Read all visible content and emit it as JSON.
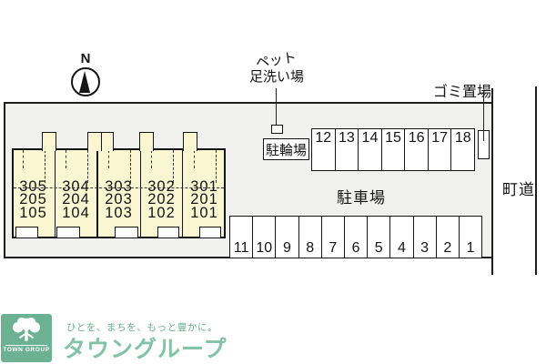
{
  "plan": {
    "compass_label": "N",
    "pet_wash": {
      "line1": "ペット",
      "line2": "足洗い場"
    },
    "bicycle_label": "駐輪場",
    "garbage_label": "ゴミ置場",
    "parking_label": "駐車場",
    "road_label": "町道",
    "building": {
      "units": [
        {
          "rooms": [
            "305",
            "205",
            "105"
          ]
        },
        {
          "rooms": [
            "304",
            "204",
            "104"
          ]
        },
        {
          "rooms": [
            "303",
            "203",
            "103"
          ]
        },
        {
          "rooms": [
            "302",
            "202",
            "102"
          ]
        },
        {
          "rooms": [
            "301",
            "201",
            "101"
          ]
        }
      ]
    },
    "parking_top": [
      "12",
      "13",
      "14",
      "15",
      "16",
      "17",
      "18"
    ],
    "parking_bottom": [
      "11",
      "10",
      "9",
      "8",
      "7",
      "6",
      "5",
      "4",
      "3",
      "2",
      "1"
    ]
  },
  "footer": {
    "tagline": "ひとを、まちを、もっと豊かに。",
    "brand": "タウングループ",
    "logo_caption": "TOWN GROUP"
  },
  "colors": {
    "site_fill": "#f0f0ee",
    "building_fill": "#faf6d2",
    "line": "#141414",
    "logo_bg": "#6cb292",
    "tagline_green": "#69b292",
    "brand_green": "#82c2a6"
  }
}
